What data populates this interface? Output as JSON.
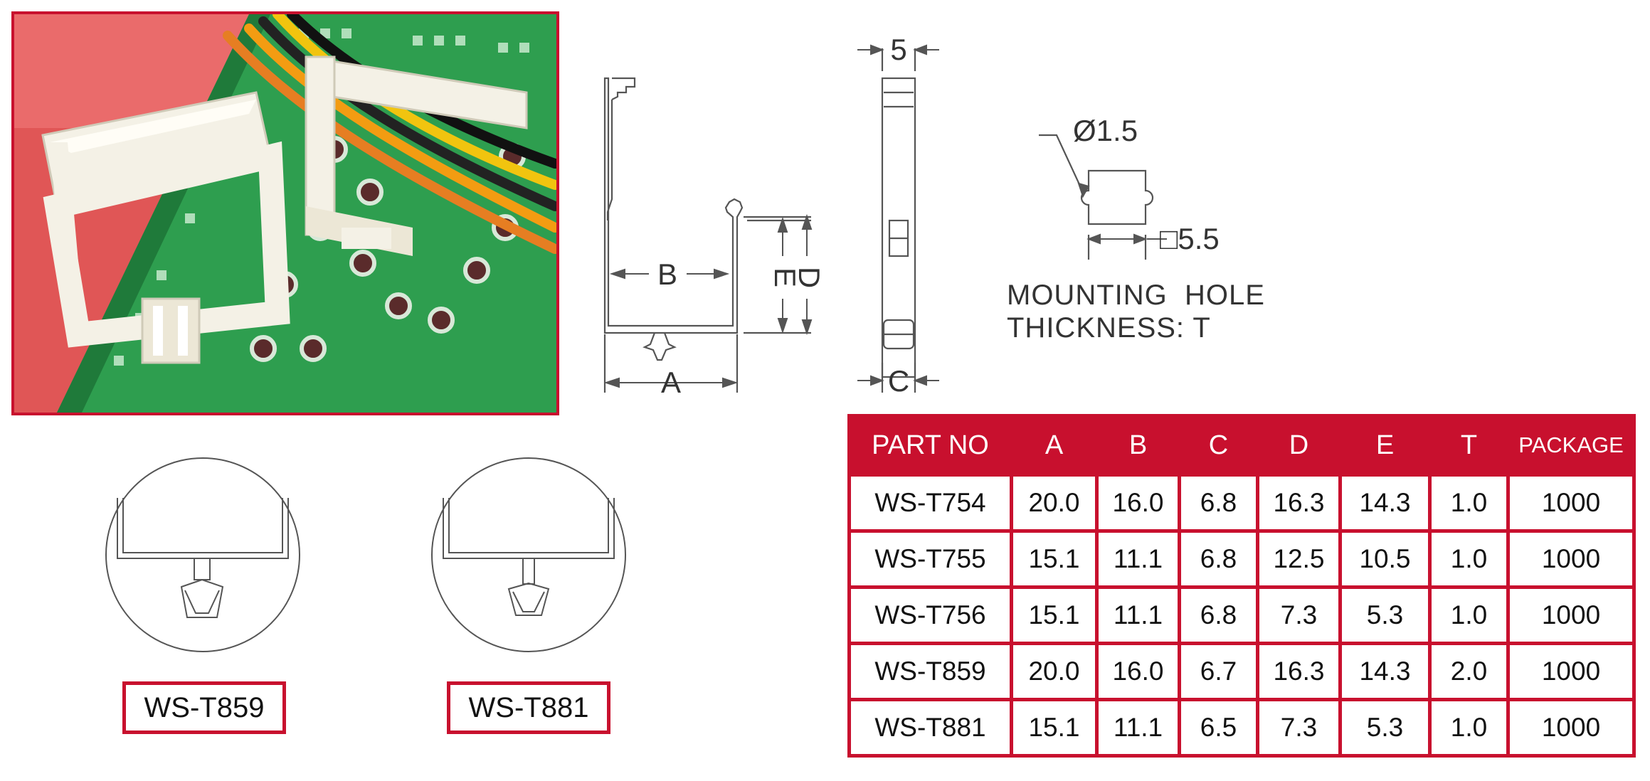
{
  "drawing": {
    "dims": {
      "width_top": "5",
      "a": "A",
      "b": "B",
      "c": "C",
      "d": "D",
      "e": "E",
      "hole_diameter": "Ø1.5",
      "hole_square": "□5.5"
    },
    "note_line1": "MOUNTING  HOLE",
    "note_line2": "THICKNESS: T"
  },
  "details": [
    {
      "label": "WS-T859"
    },
    {
      "label": "WS-T881"
    }
  ],
  "spec_table": {
    "headers": [
      "PART NO",
      "A",
      "B",
      "C",
      "D",
      "E",
      "T",
      "PACKAGE"
    ],
    "rows": [
      [
        "WS-T754",
        "20.0",
        "16.0",
        "6.8",
        "16.3",
        "14.3",
        "1.0",
        "1000"
      ],
      [
        "WS-T755",
        "15.1",
        "11.1",
        "6.8",
        "12.5",
        "10.5",
        "1.0",
        "1000"
      ],
      [
        "WS-T756",
        "15.1",
        "11.1",
        "6.8",
        "7.3",
        "5.3",
        "1.0",
        "1000"
      ],
      [
        "WS-T859",
        "20.0",
        "16.0",
        "6.7",
        "16.3",
        "14.3",
        "2.0",
        "1000"
      ],
      [
        "WS-T881",
        "15.1",
        "11.1",
        "6.5",
        "7.3",
        "5.3",
        "1.0",
        "1000"
      ]
    ]
  },
  "colors": {
    "accent": "#c8102e",
    "pcb_green": "#2e9e4f",
    "photo_bg": "#e85a5a"
  }
}
